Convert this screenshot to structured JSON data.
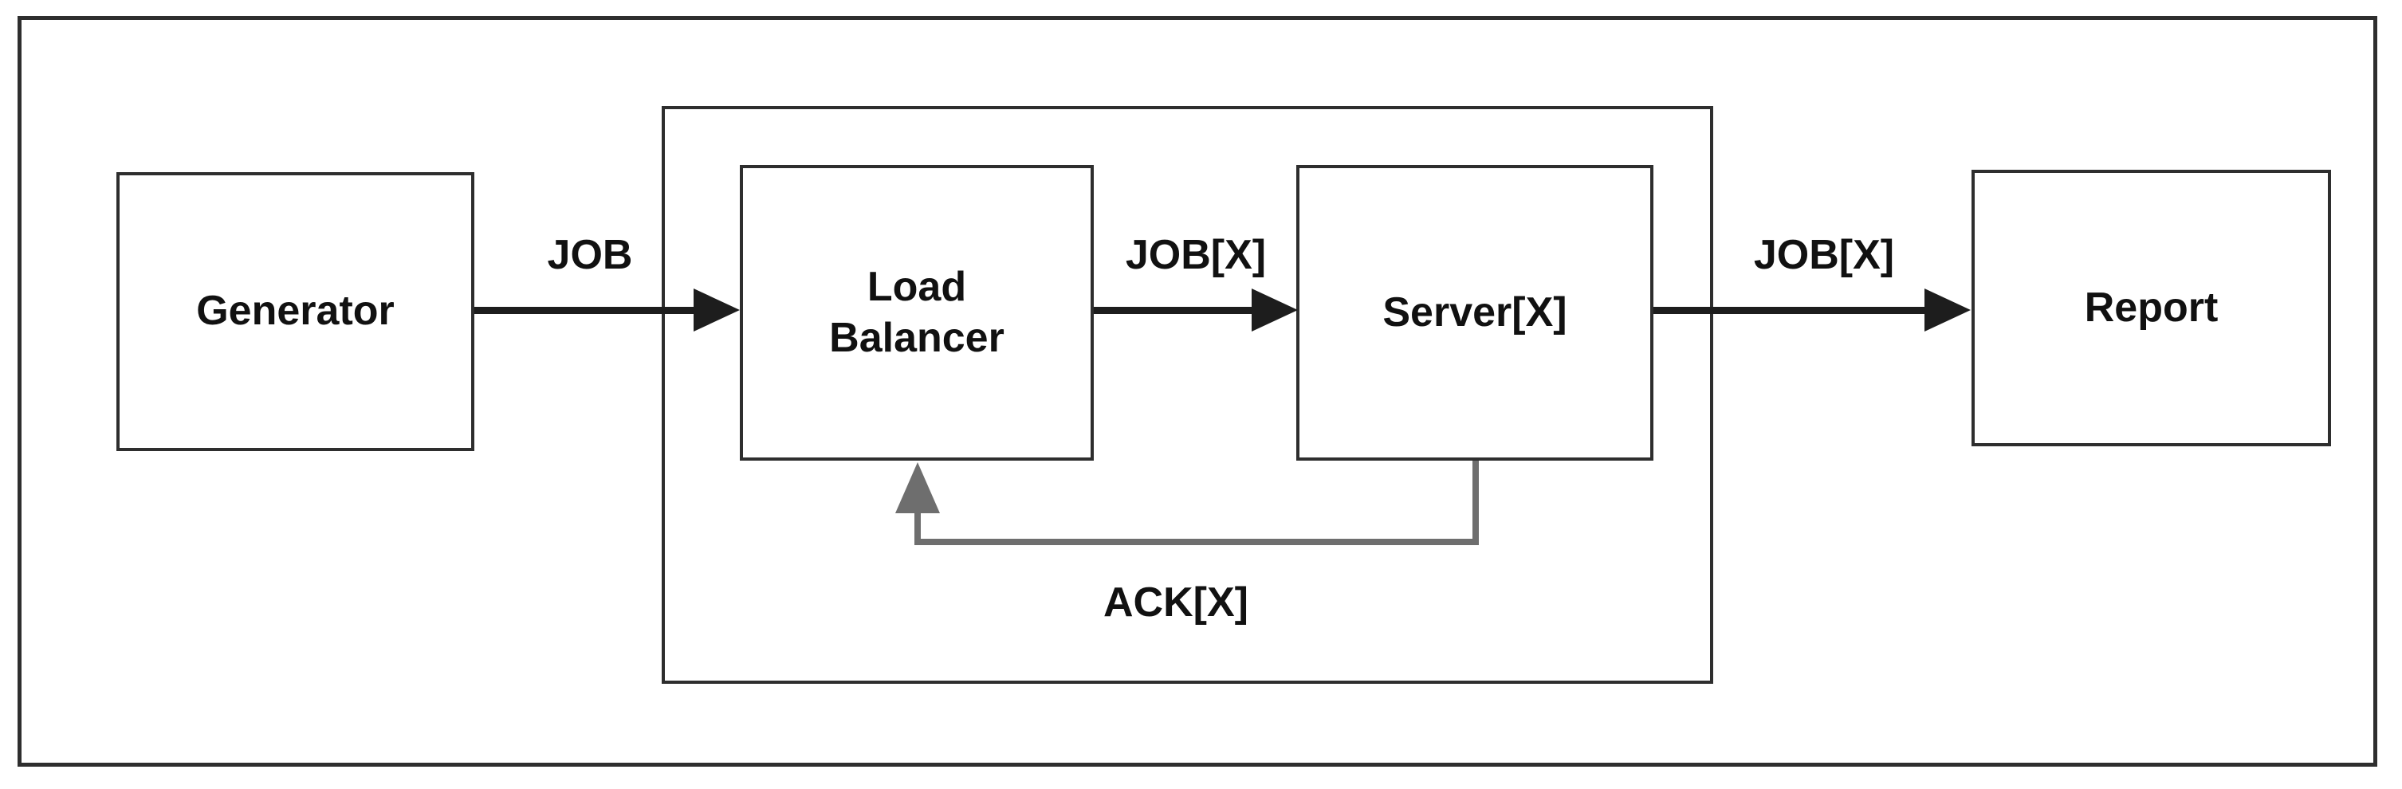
{
  "diagram": {
    "type": "block-diagram",
    "nodes": {
      "generator": {
        "label": "Generator"
      },
      "load_balancer": {
        "lines": [
          "Load",
          "Balancer"
        ]
      },
      "server": {
        "label": "Server[X]"
      },
      "report": {
        "label": "Report"
      }
    },
    "edges": {
      "generator_to_lb": {
        "label": "JOB"
      },
      "lb_to_server": {
        "label": "JOB[X]"
      },
      "server_to_report": {
        "label": "JOB[X]"
      },
      "server_to_lb_ack": {
        "label": "ACK[X]"
      }
    },
    "colors": {
      "bg": "#ffffff",
      "line": "#1d1d1d",
      "box_border": "#2e2e2e",
      "ack": "#6e6e6e",
      "text": "#111111"
    }
  }
}
